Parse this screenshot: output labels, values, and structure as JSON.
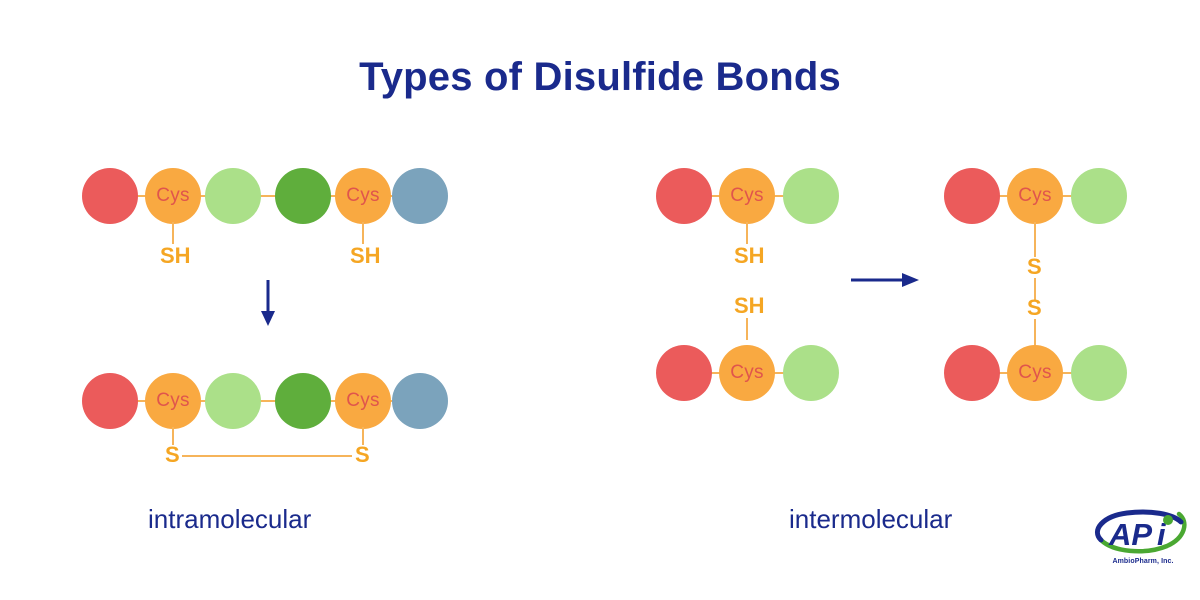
{
  "title": "Types of Disulfide Bonds",
  "colors": {
    "background": "#ffffff",
    "title": "#1a2a8c",
    "arrow": "#1a2a8c",
    "caption": "#1a2a8c",
    "residue_red": "#eb5b5b",
    "residue_cys_orange": "#f9a941",
    "residue_light_green": "#abe089",
    "residue_dark_green": "#5fae3c",
    "residue_blue_gray": "#7ba3bc",
    "bond_line": "#f6b45a",
    "cys_text": "#e0554c",
    "sulfur_text": "#f5a623",
    "logo_blue": "#1a2a8c",
    "logo_green": "#4aa832"
  },
  "labels": {
    "cys": "Cys",
    "thiol": "SH",
    "sulfur": "S"
  },
  "panels": {
    "left": {
      "caption": "intramolecular",
      "arrow_direction": "down",
      "reactant_chain": [
        {
          "type": "generic",
          "color_key": "residue_red",
          "label": ""
        },
        {
          "type": "cysteine",
          "color_key": "residue_cys_orange",
          "label": "Cys",
          "group": "SH"
        },
        {
          "type": "generic",
          "color_key": "residue_light_green",
          "label": ""
        },
        {
          "type": "generic",
          "color_key": "residue_dark_green",
          "label": ""
        },
        {
          "type": "cysteine",
          "color_key": "residue_cys_orange",
          "label": "Cys",
          "group": "SH"
        },
        {
          "type": "generic",
          "color_key": "residue_blue_gray",
          "label": ""
        }
      ],
      "product_chain": [
        {
          "type": "generic",
          "color_key": "residue_red",
          "label": ""
        },
        {
          "type": "cysteine",
          "color_key": "residue_cys_orange",
          "label": "Cys",
          "group": "S"
        },
        {
          "type": "generic",
          "color_key": "residue_light_green",
          "label": ""
        },
        {
          "type": "generic",
          "color_key": "residue_dark_green",
          "label": ""
        },
        {
          "type": "cysteine",
          "color_key": "residue_cys_orange",
          "label": "Cys",
          "group": "S"
        },
        {
          "type": "generic",
          "color_key": "residue_blue_gray",
          "label": ""
        }
      ],
      "bond_note": "S-S bond drawn horizontally between the two sulfur labels"
    },
    "right": {
      "caption": "intermolecular",
      "arrow_direction": "right",
      "reactant_chains": [
        {
          "residues": [
            {
              "type": "generic",
              "color_key": "residue_red",
              "label": ""
            },
            {
              "type": "cysteine",
              "color_key": "residue_cys_orange",
              "label": "Cys",
              "group": "SH"
            },
            {
              "type": "generic",
              "color_key": "residue_light_green",
              "label": ""
            }
          ],
          "group_position": "below"
        },
        {
          "residues": [
            {
              "type": "generic",
              "color_key": "residue_red",
              "label": ""
            },
            {
              "type": "cysteine",
              "color_key": "residue_cys_orange",
              "label": "Cys",
              "group": "SH"
            },
            {
              "type": "generic",
              "color_key": "residue_light_green",
              "label": ""
            }
          ],
          "group_position": "above"
        }
      ],
      "product_chains": [
        {
          "residues": [
            {
              "type": "generic",
              "color_key": "residue_red",
              "label": ""
            },
            {
              "type": "cysteine",
              "color_key": "residue_cys_orange",
              "label": "Cys",
              "group": "S"
            },
            {
              "type": "generic",
              "color_key": "residue_light_green",
              "label": ""
            }
          ],
          "group_position": "below"
        },
        {
          "residues": [
            {
              "type": "generic",
              "color_key": "residue_red",
              "label": ""
            },
            {
              "type": "cysteine",
              "color_key": "residue_cys_orange",
              "label": "Cys",
              "group": "S"
            },
            {
              "type": "generic",
              "color_key": "residue_light_green",
              "label": ""
            }
          ],
          "group_position": "above"
        }
      ],
      "bond_note": "S-S bond drawn vertically between the two sulfur labels"
    }
  },
  "logo": {
    "mark": "APi",
    "subtitle": "AmbioPharm, Inc."
  }
}
